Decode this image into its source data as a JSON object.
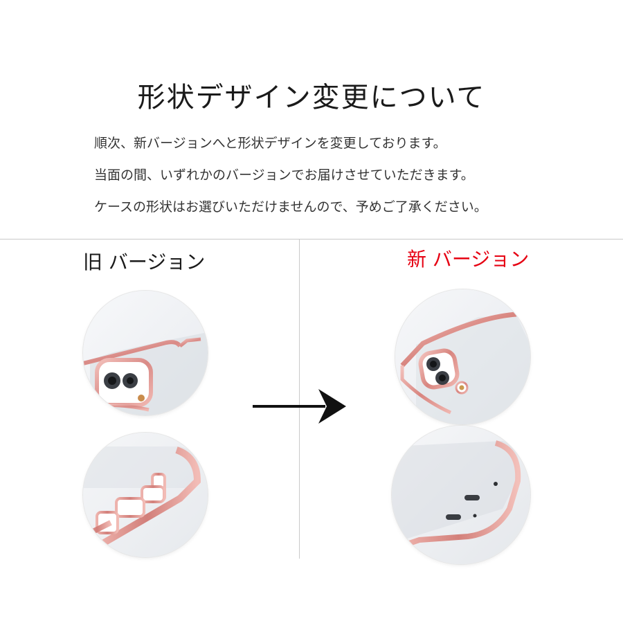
{
  "title": "形状デザイン変更について",
  "body_lines": [
    "順次、新バージョンへと形状デザインを変更しております。",
    "当面の間、いずれかのバージョンでお届けさせていただきます。",
    "ケースの形状はお選びいただけませんので、予めご了承ください。"
  ],
  "old_version": {
    "label": "旧 バージョン"
  },
  "new_version": {
    "label": "新 バージョン"
  },
  "colors": {
    "accent_red": "#e60012",
    "case_rose_gold": "#e9a4a0",
    "arrow": "#111111"
  },
  "icons": {
    "transition": "arrow-right-icon"
  }
}
